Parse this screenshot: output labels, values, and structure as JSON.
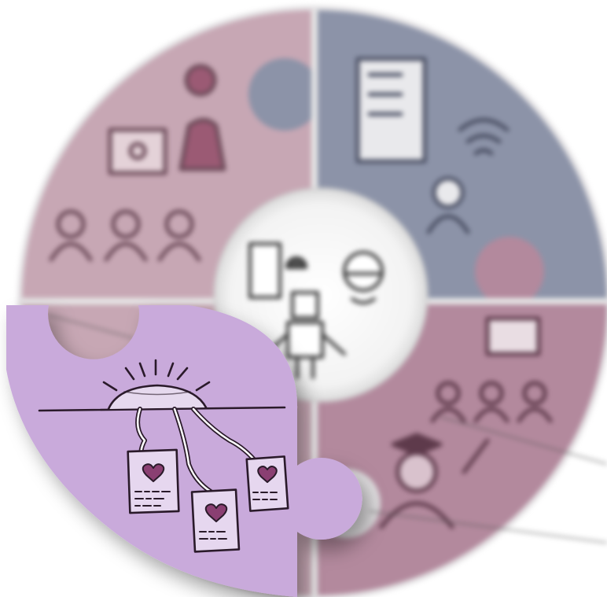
{
  "diagram": {
    "segments": [
      {
        "name": "top-left",
        "color": "#c7a7b4",
        "icons": [
          "frame-icon",
          "pawn-icon",
          "people-icon"
        ]
      },
      {
        "name": "top-right",
        "color": "#8c93a8",
        "icons": [
          "checklist-icon",
          "wifi-icon",
          "person-icon"
        ]
      },
      {
        "name": "bottom-right",
        "color": "#b3899d",
        "icons": [
          "screen-icon",
          "people-icon",
          "graduate-icon"
        ]
      },
      {
        "name": "bottom-left-highlight",
        "color": "#c9aadb",
        "icons": [
          "sunrise-icon",
          "heart-card-icon"
        ]
      }
    ],
    "center": {
      "color": "#f3f3f3",
      "icons": [
        "robot-icon",
        "bot-head-icon",
        "device-icon"
      ]
    },
    "ring_color": "#e3e1e3"
  }
}
